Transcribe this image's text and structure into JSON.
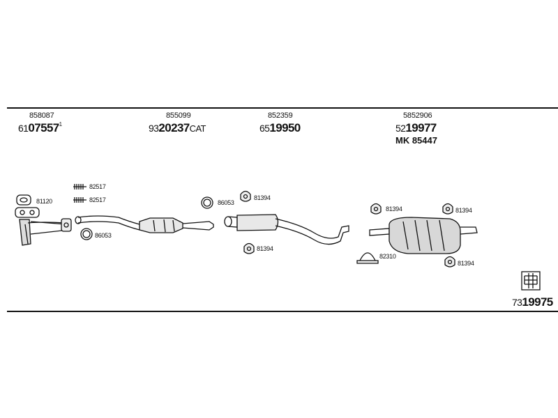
{
  "part_groups": [
    {
      "ref": "858087",
      "code_prefix": "61",
      "code_main": "07557",
      "code_sup": "1"
    },
    {
      "ref": "855099",
      "code_prefix": "93",
      "code_main": "20237",
      "code_suffix": "CAT"
    },
    {
      "ref": "852359",
      "code_prefix": "65",
      "code_main": "19950"
    },
    {
      "ref": "5852906",
      "code_prefix": "52",
      "code_main": "19977",
      "kit": "MK 85447"
    }
  ],
  "callouts": {
    "gasket_left": "81120",
    "bolt_top": "82517",
    "bolt_bottom": "82517",
    "ring_left": "86053",
    "ring_mid": "86053",
    "hanger_top_mid": "81394",
    "hanger_bottom_mid": "81394",
    "hanger_left_rear": "81394",
    "hanger_right_rear": "81394",
    "clamp_rear": "82310",
    "hanger_bottom_rear": "81394"
  },
  "footer": {
    "code_prefix": "73",
    "code_main": "19975"
  }
}
